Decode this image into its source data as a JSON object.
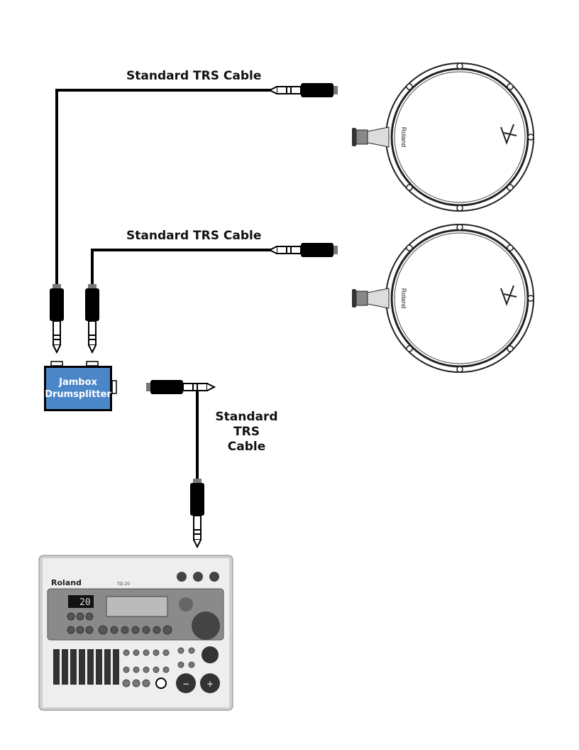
{
  "cables": [
    {
      "label": "Standard TRS Cable"
    },
    {
      "label": "Standard TRS Cable"
    },
    {
      "label_lines": [
        "Standard",
        "TRS",
        "Cable"
      ]
    }
  ],
  "splitter": {
    "lines": [
      "Jambox",
      "Drumsplitter"
    ],
    "color": "#4a86c8"
  },
  "pads": [
    {
      "brand": "Roland"
    },
    {
      "brand": "Roland"
    }
  ],
  "module": {
    "brand": "Roland",
    "model": "TD-20",
    "display": "20"
  }
}
